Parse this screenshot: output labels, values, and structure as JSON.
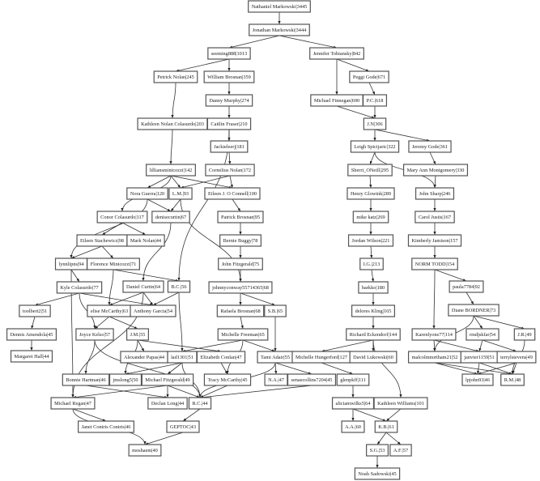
{
  "nodes": [
    {
      "id": "nat",
      "label": "Nathaniel Markowski|3445"
    },
    {
      "id": "jon",
      "label": "Jonathan Markowski|3444"
    },
    {
      "id": "see",
      "label": "seeming888|1013"
    },
    {
      "id": "jen",
      "label": "Jennifer Tobiansky|842"
    },
    {
      "id": "pet",
      "label": "Petrick Nolan|245"
    },
    {
      "id": "wil",
      "label": "William Brosnan|359"
    },
    {
      "id": "peg",
      "label": "Peggi Gode|671"
    },
    {
      "id": "dan",
      "label": "Danny Murphy|274"
    },
    {
      "id": "mfi",
      "label": "Michael Finnegan|690"
    },
    {
      "id": "pc",
      "label": "P.C.|618"
    },
    {
      "id": "kno",
      "label": "Kathleen Nolan Colasurdo|203"
    },
    {
      "id": "cai",
      "label": "Caitlin Fraser|210"
    },
    {
      "id": "jn",
      "label": "J.N|306"
    },
    {
      "id": "jac",
      "label": "Jackieleerj|181"
    },
    {
      "id": "lei",
      "label": "Leigh Spicijaric|322"
    },
    {
      "id": "jer",
      "label": "Jeremy Gode|361"
    },
    {
      "id": "lil",
      "label": "lilliansminicozzi|142"
    },
    {
      "id": "cor",
      "label": "Cornelius Nolan|172"
    },
    {
      "id": "she",
      "label": "Sherri_ONeill|295"
    },
    {
      "id": "mam",
      "label": "Mary Ann Montgomery|330"
    },
    {
      "id": "nor",
      "label": "Nora Guerra|120"
    },
    {
      "id": "lm",
      "label": "L.M.|93"
    },
    {
      "id": "eij",
      "label": "Eileen J. O Connell|100"
    },
    {
      "id": "hen",
      "label": "Henry Glowink|289"
    },
    {
      "id": "jsh",
      "label": "John Sharp|246"
    },
    {
      "id": "con",
      "label": "Conor Colasurdo|117"
    },
    {
      "id": "den",
      "label": "denisecurtin|67"
    },
    {
      "id": "pbr",
      "label": "Patrick Brosnan|95"
    },
    {
      "id": "mik",
      "label": "mike katz|269"
    },
    {
      "id": "car",
      "label": "Carol Justis|167"
    },
    {
      "id": "est",
      "label": "Eileen Stachewicz|98"
    },
    {
      "id": "mno",
      "label": "Mark Nolan|44"
    },
    {
      "id": "ber",
      "label": "Bernie Buggy|78"
    },
    {
      "id": "jor",
      "label": "Jordan Wilson|221"
    },
    {
      "id": "kim",
      "label": "Kimberly Jamison|157"
    },
    {
      "id": "lyn",
      "label": "lynnlipns|94"
    },
    {
      "id": "flo",
      "label": "Florence Minicozzi|71"
    },
    {
      "id": "jfi",
      "label": "John Fitzgerald|75"
    },
    {
      "id": "ig",
      "label": "I.G.|213"
    },
    {
      "id": "nto",
      "label": "NORM TODD|154"
    },
    {
      "id": "kyl",
      "label": "Kyle Colasurdo|77"
    },
    {
      "id": "dcu",
      "label": "Daniel Curtin|64"
    },
    {
      "id": "bc",
      "label": "B.C.|56"
    },
    {
      "id": "joh",
      "label": "johnnyconway55714365|68"
    },
    {
      "id": "bar",
      "label": "barkko|180"
    },
    {
      "id": "pau",
      "label": "paula7784|92"
    },
    {
      "id": "too",
      "label": "toolbert2|51"
    },
    {
      "id": "eli",
      "label": "elise McCarthy|63"
    },
    {
      "id": "ant",
      "label": "Anthony Garcia|54"
    },
    {
      "id": "raf",
      "label": "Rafaela Brosnan|68"
    },
    {
      "id": "sb",
      "label": "S.B.|65"
    },
    {
      "id": "del",
      "label": "delores Kling|165"
    },
    {
      "id": "dia",
      "label": "Diane BORDNER|73"
    },
    {
      "id": "dam",
      "label": "Dennis Amendola|45"
    },
    {
      "id": "joy",
      "label": "Joyce Kelso|57"
    },
    {
      "id": "jm",
      "label": "J.M.|55"
    },
    {
      "id": "mfr",
      "label": "Michelle Freeman|65"
    },
    {
      "id": "ric",
      "label": "Richard Eckendorf|144"
    },
    {
      "id": "kar",
      "label": "Karenlyons77|114"
    },
    {
      "id": "rmd",
      "label": "rmdjskfar|54"
    },
    {
      "id": "jr",
      "label": "J.R.|49"
    },
    {
      "id": "mar",
      "label": "Margaret Hall|44"
    },
    {
      "id": "ale",
      "label": "Alexander Papas|44"
    },
    {
      "id": "lad",
      "label": "lad1301|51"
    },
    {
      "id": "eco",
      "label": "Elizabeth Conlan|47"
    },
    {
      "id": "tam",
      "label": "Tami Adair|55"
    },
    {
      "id": "mhu",
      "label": "Michelle Hungerford|127"
    },
    {
      "id": "dlu",
      "label": "David Lukowski|60"
    },
    {
      "id": "mal",
      "label": "malcolmnortham21|52"
    },
    {
      "id": "jan",
      "label": "janvier1159|51"
    },
    {
      "id": "ter",
      "label": "terrylstevens|49"
    },
    {
      "id": "bon",
      "label": "Bonnie Hartman|46"
    },
    {
      "id": "jms",
      "label": "jmslong5|50"
    },
    {
      "id": "mfz",
      "label": "Michael Fitzgerald|49"
    },
    {
      "id": "tra",
      "label": "Tracy McCarthy|45"
    },
    {
      "id": "na",
      "label": "N.A.|47"
    },
    {
      "id": "sen",
      "label": "senaecollins7204|45"
    },
    {
      "id": "gle",
      "label": "glenpkff|111"
    },
    {
      "id": "lpj",
      "label": "lpjohn93|46"
    },
    {
      "id": "rm",
      "label": "R.M.|48"
    },
    {
      "id": "mre",
      "label": "Michael Regan|47"
    },
    {
      "id": "dec",
      "label": "Declan Long|44"
    },
    {
      "id": "rc",
      "label": "R.C.|44"
    },
    {
      "id": "ali",
      "label": "aliciamwilks5|64"
    },
    {
      "id": "kwi",
      "label": "Kathleen Williams|101"
    },
    {
      "id": "jcc",
      "label": "Janet Contris Contris|46"
    },
    {
      "id": "gep",
      "label": "GEPTOC|43"
    },
    {
      "id": "aa",
      "label": "A.A.|60"
    },
    {
      "id": "kb",
      "label": "K.B.|61"
    },
    {
      "id": "mos",
      "label": "moshaem|40"
    },
    {
      "id": "sg",
      "label": "S.G.|53"
    },
    {
      "id": "af",
      "label": "A.F.|57"
    },
    {
      "id": "noa",
      "label": "Noah Sadowski|45"
    }
  ],
  "edges": [
    [
      "nat",
      "jon"
    ],
    [
      "jon",
      "see"
    ],
    [
      "jon",
      "jen"
    ],
    [
      "see",
      "pet"
    ],
    [
      "see",
      "wil"
    ],
    [
      "jen",
      "mfi"
    ],
    [
      "jen",
      "peg"
    ],
    [
      "peg",
      "pc"
    ],
    [
      "wil",
      "dan"
    ],
    [
      "mfi",
      "jn"
    ],
    [
      "pc",
      "jn"
    ],
    [
      "pet",
      "kno"
    ],
    [
      "dan",
      "cai"
    ],
    [
      "jn",
      "lei"
    ],
    [
      "jn",
      "jer"
    ],
    [
      "cai",
      "jac"
    ],
    [
      "cai",
      "bc"
    ],
    [
      "kno",
      "lil"
    ],
    [
      "jac",
      "cor"
    ],
    [
      "lei",
      "she"
    ],
    [
      "lei",
      "jsh"
    ],
    [
      "jer",
      "mam"
    ],
    [
      "mam",
      "jsh"
    ],
    [
      "lil",
      "nor"
    ],
    [
      "lil",
      "lm"
    ],
    [
      "lil",
      "eij"
    ],
    [
      "lil",
      "con"
    ],
    [
      "cor",
      "lm"
    ],
    [
      "cor",
      "eij"
    ],
    [
      "nor",
      "den"
    ],
    [
      "nor",
      "lyn"
    ],
    [
      "lm",
      "den"
    ],
    [
      "lm",
      "joh"
    ],
    [
      "eij",
      "pbr"
    ],
    [
      "she",
      "hen"
    ],
    [
      "hen",
      "mik"
    ],
    [
      "mik",
      "jor"
    ],
    [
      "jor",
      "ig"
    ],
    [
      "ig",
      "bar"
    ],
    [
      "bar",
      "del"
    ],
    [
      "del",
      "ric"
    ],
    [
      "jsh",
      "car"
    ],
    [
      "car",
      "kim"
    ],
    [
      "kim",
      "nto"
    ],
    [
      "con",
      "est"
    ],
    [
      "con",
      "mno"
    ],
    [
      "den",
      "dcu"
    ],
    [
      "pbr",
      "ber"
    ],
    [
      "ber",
      "jfi"
    ],
    [
      "jfi",
      "joh"
    ],
    [
      "est",
      "lyn"
    ],
    [
      "est",
      "flo"
    ],
    [
      "flo",
      "bc"
    ],
    [
      "flo",
      "eli"
    ],
    [
      "lyn",
      "kyl"
    ],
    [
      "lyn",
      "mre"
    ],
    [
      "kyl",
      "too"
    ],
    [
      "kyl",
      "joy"
    ],
    [
      "kyl",
      "ant"
    ],
    [
      "dcu",
      "eli"
    ],
    [
      "dcu",
      "ant"
    ],
    [
      "dcu",
      "mre"
    ],
    [
      "bc",
      "ant"
    ],
    [
      "bc",
      "lad"
    ],
    [
      "joh",
      "raf"
    ],
    [
      "joh",
      "sb"
    ],
    [
      "nto",
      "kar"
    ],
    [
      "nto",
      "pau"
    ],
    [
      "pau",
      "dia"
    ],
    [
      "too",
      "dam"
    ],
    [
      "dam",
      "mar"
    ],
    [
      "eli",
      "joy"
    ],
    [
      "eli",
      "jm"
    ],
    [
      "joy",
      "bon"
    ],
    [
      "joy",
      "rc"
    ],
    [
      "jm",
      "jms"
    ],
    [
      "jm",
      "ale"
    ],
    [
      "jm",
      "eco"
    ],
    [
      "lad",
      "jms"
    ],
    [
      "lad",
      "mfz"
    ],
    [
      "lad",
      "rc"
    ],
    [
      "mfr",
      "lad"
    ],
    [
      "mfr",
      "tam"
    ],
    [
      "mfr",
      "tra"
    ],
    [
      "raf",
      "mfr"
    ],
    [
      "sb",
      "tam"
    ],
    [
      "ric",
      "mhu"
    ],
    [
      "ric",
      "dlu"
    ],
    [
      "ric",
      "kwi"
    ],
    [
      "kar",
      "mal"
    ],
    [
      "kar",
      "jan"
    ],
    [
      "dia",
      "mal"
    ],
    [
      "dia",
      "rmd"
    ],
    [
      "dia",
      "jr"
    ],
    [
      "rmd",
      "jan"
    ],
    [
      "rmd",
      "ter"
    ],
    [
      "jr",
      "rm"
    ],
    [
      "mal",
      "lpj"
    ],
    [
      "mal",
      "rm"
    ],
    [
      "jan",
      "lpj"
    ],
    [
      "jan",
      "rm"
    ],
    [
      "ter",
      "lpj"
    ],
    [
      "ter",
      "rm"
    ],
    [
      "eco",
      "tra"
    ],
    [
      "tam",
      "na"
    ],
    [
      "tam",
      "sen"
    ],
    [
      "tam",
      "rc"
    ],
    [
      "mhu",
      "gle"
    ],
    [
      "mfz",
      "mre"
    ],
    [
      "mfz",
      "dec"
    ],
    [
      "mfz",
      "rc"
    ],
    [
      "bon",
      "dec"
    ],
    [
      "tra",
      "rc"
    ],
    [
      "sen",
      "rc"
    ],
    [
      "gle",
      "ali"
    ],
    [
      "ali",
      "aa"
    ],
    [
      "ali",
      "kb"
    ],
    [
      "kwi",
      "kb"
    ],
    [
      "mre",
      "jcc"
    ],
    [
      "mre",
      "mos"
    ],
    [
      "rc",
      "gep"
    ],
    [
      "gep",
      "mos"
    ],
    [
      "kb",
      "sg"
    ],
    [
      "kb",
      "af"
    ],
    [
      "sg",
      "noa"
    ]
  ]
}
